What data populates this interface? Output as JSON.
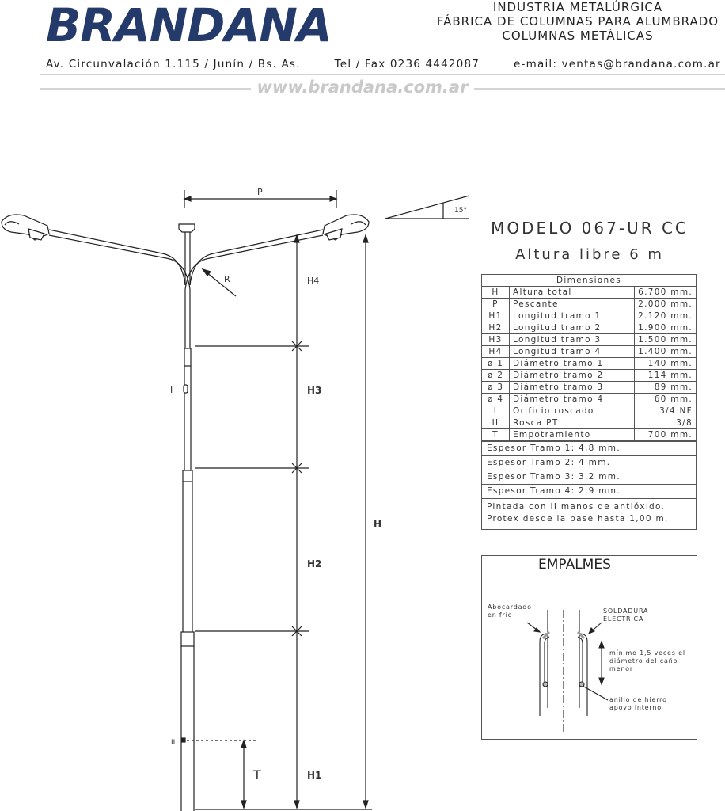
{
  "header": {
    "logo": "BRANDANA",
    "company_lines": [
      "INDUSTRIA METALÚRGICA",
      "FÁBRICA DE COLUMNAS PARA ALUMBRADO",
      "COLUMNAS METÁLICAS"
    ],
    "address": "Av. Circunvalación 1.115  /  Junín  /  Bs. As.",
    "phone": "Tel  /  Fax 0236 4442087",
    "email": "e-mail: ventas@brandana.com.ar",
    "website": "www.brandana.com.ar"
  },
  "model": {
    "title": "MODELO 067-UR CC",
    "subtitle": "Altura libre 6 m"
  },
  "dimensions": {
    "title": "Dimensiones",
    "rows": [
      {
        "sym": "H",
        "label": "Altura total",
        "value": "6.700 mm."
      },
      {
        "sym": "P",
        "label": "Pescante",
        "value": "2.000 mm."
      },
      {
        "sym": "H1",
        "label": "Longitud tramo 1",
        "value": "2.120 mm."
      },
      {
        "sym": "H2",
        "label": "Longitud tramo 2",
        "value": "1.900 mm."
      },
      {
        "sym": "H3",
        "label": "Longitud tramo 3",
        "value": "1.500 mm."
      },
      {
        "sym": "H4",
        "label": "Longitud tramo 4",
        "value": "1.400 mm."
      },
      {
        "sym": "ø 1",
        "label": "Diámetro tramo 1",
        "value": "140 mm."
      },
      {
        "sym": "ø 2",
        "label": "Diámetro tramo 2",
        "value": "114 mm."
      },
      {
        "sym": "ø 3",
        "label": "Diámetro tramo 3",
        "value": "89 mm."
      },
      {
        "sym": "ø 4",
        "label": "Diámetro tramo 4",
        "value": "60 mm."
      },
      {
        "sym": "I",
        "label": "Orificio roscado",
        "value": "3/4 NF"
      },
      {
        "sym": "II",
        "label": "Rosca PT",
        "value": "3/8"
      },
      {
        "sym": "T",
        "label": "Empotramiento",
        "value": "700 mm."
      }
    ],
    "notes": [
      "Espesor Tramo 1: 4,8 mm.",
      "Espesor Tramo 2: 4 mm.",
      "Espesor Tramo 3: 3,2 mm.",
      "Espesor Tramo 4: 2,9 mm."
    ],
    "paint_note": [
      "Pintada con II manos de antióxido.",
      "Protex  desde la base hasta 1,00 m."
    ]
  },
  "empalmes": {
    "title": "EMPALMES",
    "abocardado": "Abocardado\nen frío",
    "soldadura": "SOLDADURA\nELECTRICA",
    "minimo": "mínimo 1,5 veces el\ndiámetro del caño\nmenor",
    "anillo": "anillo de hierro\napoyo interno"
  },
  "drawing_labels": {
    "P": "P",
    "angle": "15°",
    "R": "R",
    "H4": "H4",
    "H3": "H3",
    "H2": "H2",
    "H1": "H1",
    "H": "H",
    "T": "T",
    "I": "I",
    "II": "II"
  }
}
